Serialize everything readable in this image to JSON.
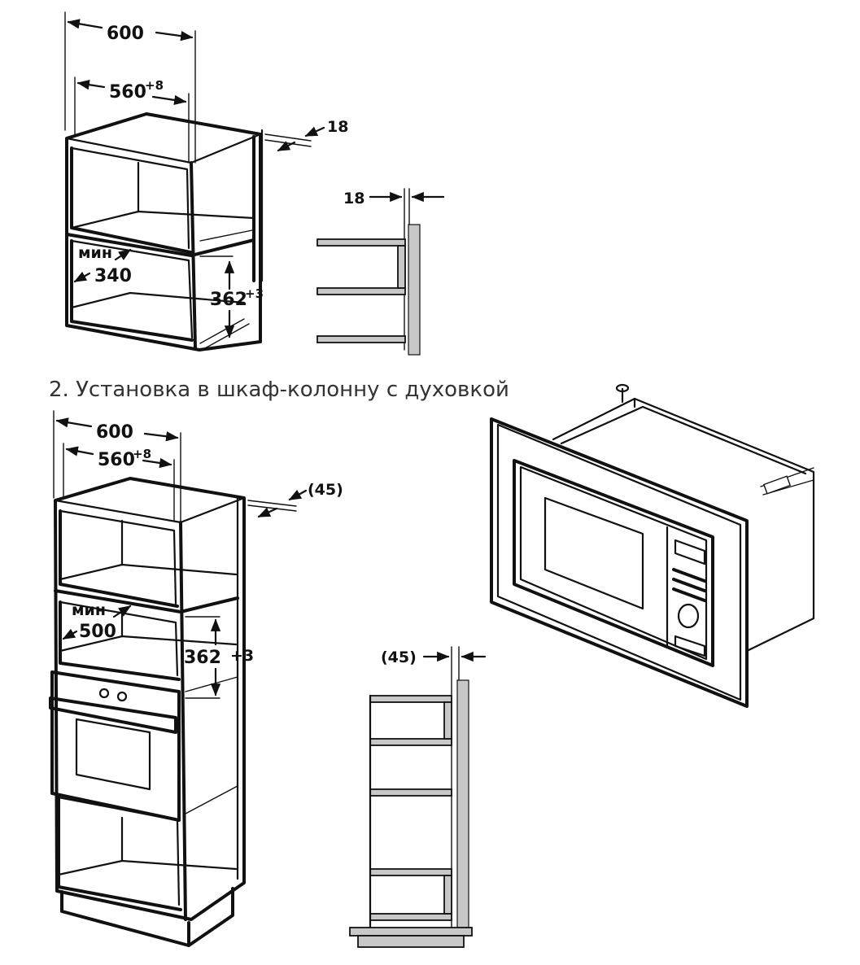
{
  "diagram1": {
    "width_total": "600",
    "width_inner": "560",
    "width_inner_tol": "+8",
    "panel_thickness": "18",
    "min_label": "мин",
    "min_depth": "340",
    "height_value": "362",
    "height_tol": "+3",
    "side_detail_thickness": "18"
  },
  "section_heading": "2. Установка в шкаф-колонну с духовкой",
  "diagram2": {
    "width_total": "600",
    "width_inner": "560",
    "width_inner_tol": "+8",
    "gap": "(45)",
    "min_label": "мин",
    "min_depth": "500",
    "height_value": "362",
    "height_tol": "+3",
    "side_detail_gap": "(45)"
  }
}
